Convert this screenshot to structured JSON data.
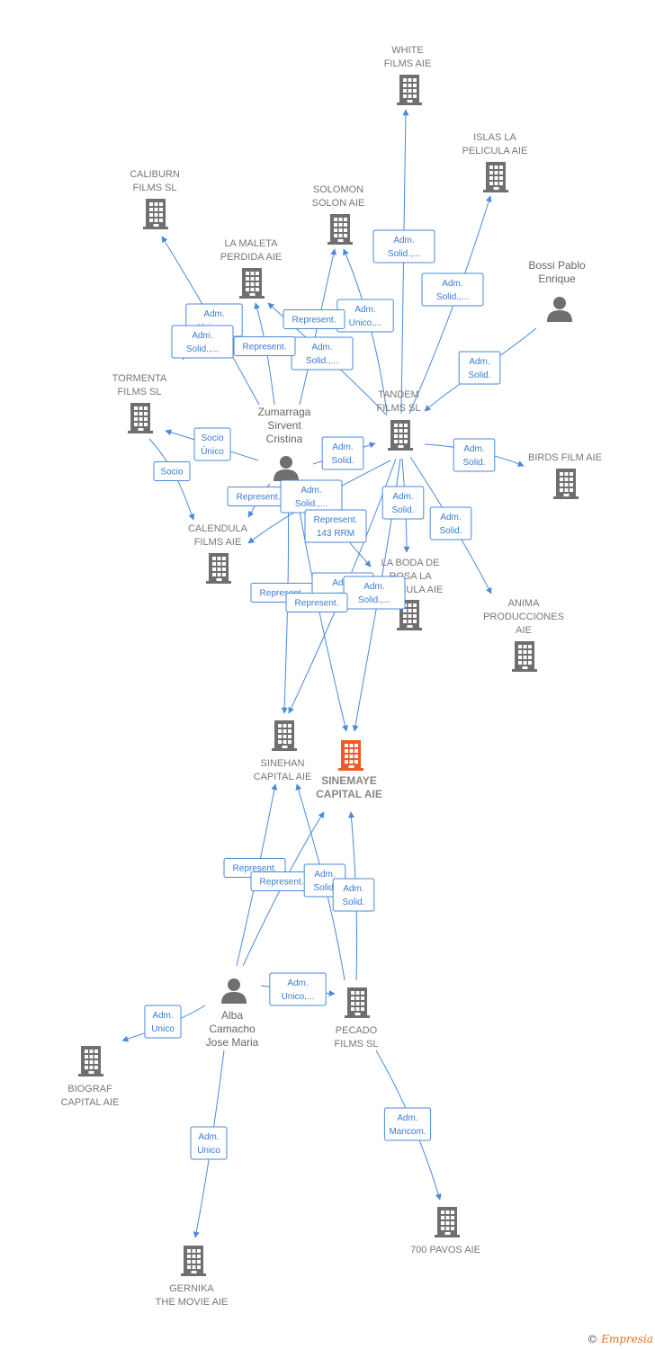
{
  "colors": {
    "edge": "#4a8ad8",
    "node": "#6f6f6f",
    "highlight": "#f05a28",
    "label": "#777777"
  },
  "nodes": [
    {
      "id": "white",
      "type": "company",
      "label": [
        "WHITE",
        "FILMS AIE"
      ]
    },
    {
      "id": "islas",
      "type": "company",
      "label": [
        "ISLAS LA",
        "PELICULA AIE"
      ]
    },
    {
      "id": "caliburn",
      "type": "company",
      "label": [
        "CALIBURN",
        "FILMS SL"
      ]
    },
    {
      "id": "solomon",
      "type": "company",
      "label": [
        "SOLOMON",
        "SOLON AIE"
      ]
    },
    {
      "id": "maleta",
      "type": "company",
      "label": [
        "LA MALETA",
        "PERDIDA AIE"
      ]
    },
    {
      "id": "bossi",
      "type": "person",
      "label": [
        "Bossi Pablo",
        "Enrique"
      ]
    },
    {
      "id": "tormenta",
      "type": "company",
      "label": [
        "TORMENTA",
        "FILMS  SL"
      ]
    },
    {
      "id": "tandem",
      "type": "company",
      "label": [
        "TANDEM",
        "FILMS  SL"
      ]
    },
    {
      "id": "zumarraga",
      "type": "person",
      "label": [
        "Zumarraga",
        "Sirvent",
        "Cristina"
      ]
    },
    {
      "id": "birds",
      "type": "company",
      "label": [
        "BIRDS FILM  AIE"
      ]
    },
    {
      "id": "calendula",
      "type": "company",
      "label": [
        "CALENDULA",
        "FILMS  AIE"
      ]
    },
    {
      "id": "boda",
      "type": "company",
      "label": [
        "LA BODA DE",
        "ROSA LA",
        "PELICULA  AIE"
      ]
    },
    {
      "id": "anima",
      "type": "company",
      "label": [
        "ANIMA",
        "PRODUCCIONES",
        "AIE"
      ]
    },
    {
      "id": "sinehan",
      "type": "company",
      "label": [
        "SINEHAN",
        "CAPITAL AIE"
      ]
    },
    {
      "id": "sinemaye",
      "type": "company",
      "main": true,
      "label": [
        "SINEMAYE",
        "CAPITAL AIE"
      ]
    },
    {
      "id": "alba",
      "type": "person",
      "label": [
        "Alba",
        "Camacho",
        "Jose Maria"
      ]
    },
    {
      "id": "pecado",
      "type": "company",
      "label": [
        "PECADO",
        "FILMS SL"
      ]
    },
    {
      "id": "biograf",
      "type": "company",
      "label": [
        "BIOGRAF",
        "CAPITAL AIE"
      ]
    },
    {
      "id": "pavos",
      "type": "company",
      "label": [
        "700 PAVOS AIE"
      ]
    },
    {
      "id": "gernika",
      "type": "company",
      "label": [
        "GERNIKA",
        "THE MOVIE  AIE"
      ]
    }
  ],
  "edge_labels": [
    {
      "id": "tandem-white",
      "lines": [
        "Adm.",
        "Solid.,..."
      ]
    },
    {
      "id": "tandem-islas",
      "lines": [
        "Adm.",
        "Solid.,..."
      ]
    },
    {
      "id": "bossi-tandem",
      "lines": [
        "Adm.",
        "Solid."
      ]
    },
    {
      "id": "tandem-solomon",
      "lines": [
        "Adm.",
        "Unico,..."
      ]
    },
    {
      "id": "zum-solomon",
      "lines": [
        "Represent."
      ]
    },
    {
      "id": "tandem-maleta",
      "lines": [
        "Adm.",
        "Solid.,..."
      ]
    },
    {
      "id": "zum-maleta",
      "lines": [
        "Represent."
      ]
    },
    {
      "id": "tandem-caliburn",
      "lines": [
        "Adm.",
        "Unico,..."
      ]
    },
    {
      "id": "tandem-caliburn-2",
      "lines": [
        "Adm.",
        "Solid.,..."
      ]
    },
    {
      "id": "zum-tormenta",
      "lines": [
        "Socio",
        "Único"
      ]
    },
    {
      "id": "tormenta-calendula",
      "lines": [
        "Socio"
      ]
    },
    {
      "id": "zum-tandem",
      "lines": [
        "Adm.",
        "Solid."
      ]
    },
    {
      "id": "tandem-birds",
      "lines": [
        "Adm.",
        "Solid."
      ]
    },
    {
      "id": "zum-calendula",
      "lines": [
        "Represent."
      ]
    },
    {
      "id": "tandem-calendula",
      "lines": [
        "Adm.",
        "Solid.,..."
      ]
    },
    {
      "id": "zum-boda",
      "lines": [
        "Represent.",
        "143 RRM"
      ]
    },
    {
      "id": "tandem-boda",
      "lines": [
        "Adm.",
        "Solid."
      ]
    },
    {
      "id": "tandem-anima",
      "lines": [
        "Adm.",
        "Solid."
      ]
    },
    {
      "id": "tandem-sinehan",
      "lines": [
        "Adm.",
        "Solid.,..."
      ]
    },
    {
      "id": "tandem-sinemaye",
      "lines": [
        "Adm.",
        "Solid.,..."
      ]
    },
    {
      "id": "zum-sinehan",
      "lines": [
        "Represent."
      ]
    },
    {
      "id": "zum-sinemaye",
      "lines": [
        "Represent."
      ]
    },
    {
      "id": "alba-sinehan",
      "lines": [
        "Represent."
      ]
    },
    {
      "id": "alba-sinemaye",
      "lines": [
        "Represent."
      ]
    },
    {
      "id": "pecado-sinehan",
      "lines": [
        "Adm.",
        "Solid."
      ]
    },
    {
      "id": "pecado-sinemaye",
      "lines": [
        "Adm.",
        "Solid."
      ]
    },
    {
      "id": "alba-pecado",
      "lines": [
        "Adm.",
        "Unico,..."
      ]
    },
    {
      "id": "alba-biograf",
      "lines": [
        "Adm.",
        "Unico"
      ]
    },
    {
      "id": "alba-gernika",
      "lines": [
        "Adm.",
        "Unico"
      ]
    },
    {
      "id": "pecado-pavos",
      "lines": [
        "Adm.",
        "Mancom."
      ]
    }
  ],
  "footer": {
    "copyright": "©",
    "brand": "Empresia"
  }
}
